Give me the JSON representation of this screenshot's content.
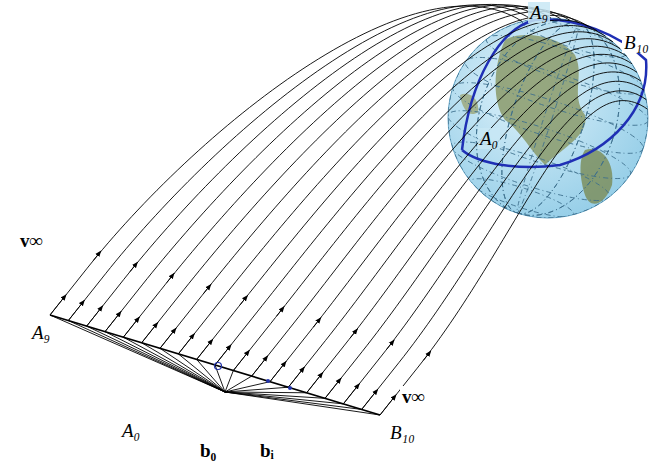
{
  "diagram": {
    "labels": [
      "v∞",
      "A₉",
      "A₀",
      "b₀",
      "bᵢ",
      "B₁₀",
      "v∞",
      "A₉",
      "A₀",
      "B₁₀"
    ]
  }
}
